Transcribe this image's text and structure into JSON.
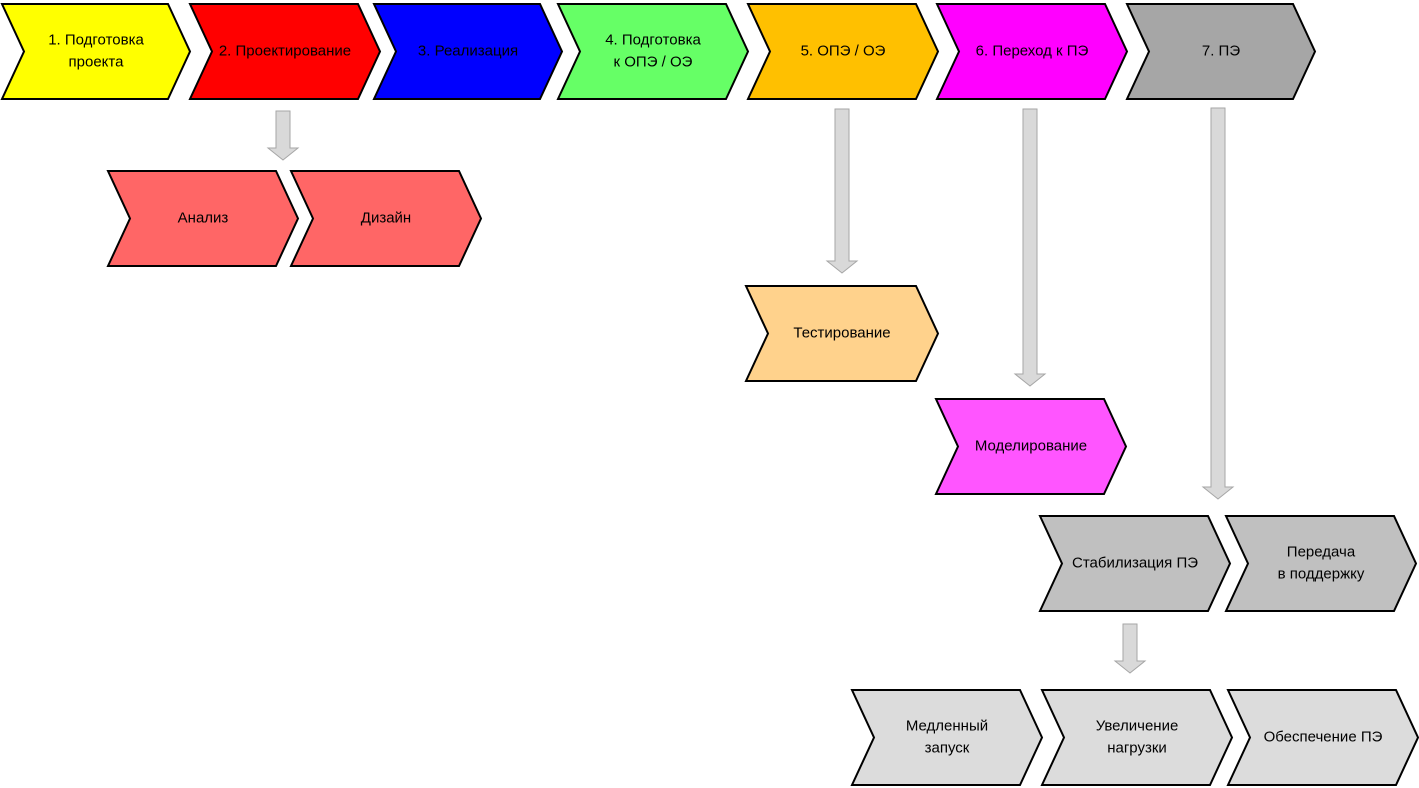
{
  "stages": [
    {
      "id": "stage-1",
      "lines": [
        "1. Подготовка",
        "проекта"
      ],
      "fill": "#FFFF00",
      "text_color": "#000000"
    },
    {
      "id": "stage-2",
      "lines": [
        "2. Проектирование"
      ],
      "fill": "#FF0000",
      "text_color": "#000000"
    },
    {
      "id": "stage-3",
      "lines": [
        "3. Реализация"
      ],
      "fill": "#0000FF",
      "text_color": "#000000"
    },
    {
      "id": "stage-4",
      "lines": [
        "4. Подготовка",
        "к ОПЭ / ОЭ"
      ],
      "fill": "#66FF66",
      "text_color": "#000000"
    },
    {
      "id": "stage-5",
      "lines": [
        "5. ОПЭ / ОЭ"
      ],
      "fill": "#FFC000",
      "text_color": "#000000"
    },
    {
      "id": "stage-6",
      "lines": [
        "6. Переход к ПЭ"
      ],
      "fill": "#FF00FF",
      "text_color": "#000000"
    },
    {
      "id": "stage-7",
      "lines": [
        "7. ПЭ"
      ],
      "fill": "#A6A6A6",
      "text_color": "#000000"
    }
  ],
  "substeps": [
    {
      "id": "analysis",
      "lines": [
        "Анализ"
      ],
      "fill": "#FF6666"
    },
    {
      "id": "design",
      "lines": [
        "Дизайн"
      ],
      "fill": "#FF6666"
    },
    {
      "id": "testing",
      "lines": [
        "Тестирование"
      ],
      "fill": "#FFD28C"
    },
    {
      "id": "modeling",
      "lines": [
        "Моделирование"
      ],
      "fill": "#FF55FF"
    },
    {
      "id": "stabilization",
      "lines": [
        "Стабилизация ПЭ"
      ],
      "fill": "#C0C0C0"
    },
    {
      "id": "handover",
      "lines": [
        "Передача",
        "в поддержку"
      ],
      "fill": "#C0C0C0"
    },
    {
      "id": "slow-start",
      "lines": [
        "Медленный",
        "запуск"
      ],
      "fill": "#DCDCDC"
    },
    {
      "id": "load-increase",
      "lines": [
        "Увеличение",
        "нагрузки"
      ],
      "fill": "#DCDCDC"
    },
    {
      "id": "pe-support",
      "lines": [
        "Обеспечение ПЭ"
      ],
      "fill": "#DCDCDC"
    }
  ],
  "arrow_color": "#D9D9D9",
  "arrow_stroke": "#A6A6A6",
  "outline_color": "#000000"
}
